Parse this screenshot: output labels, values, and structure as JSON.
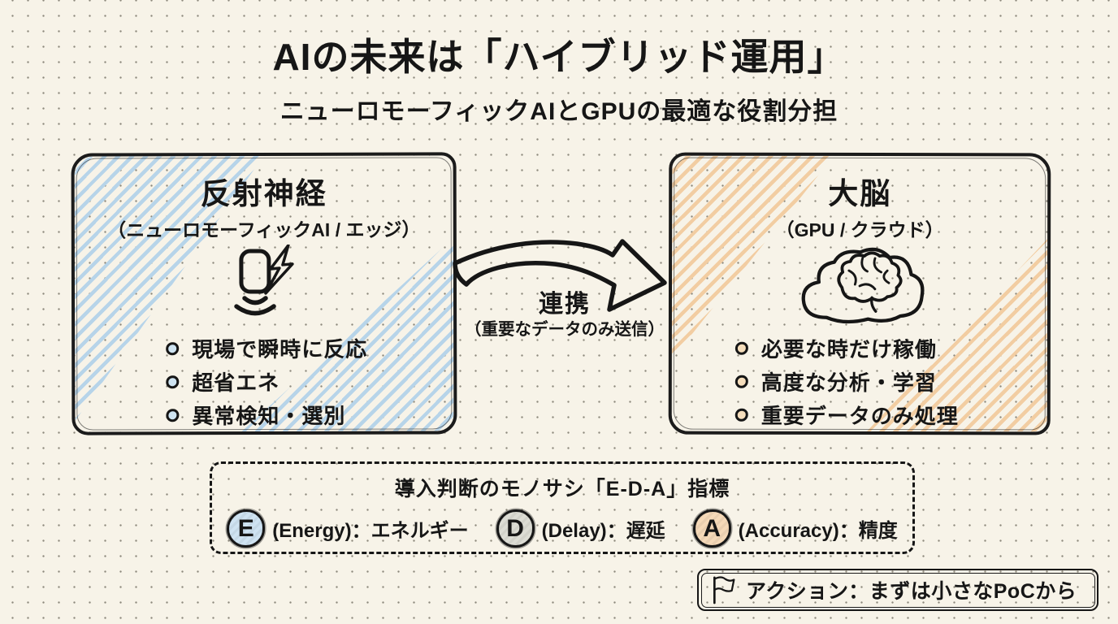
{
  "page": {
    "title": "AIの未来は「ハイブリッド運用」",
    "subtitle": "ニューロモーフィックAIとGPUの最適な役割分担"
  },
  "left_box": {
    "title": "反射神経",
    "subtitle": "（ニューロモーフィックAI / エッジ）",
    "icon": "sensor-lightning-icon",
    "bullets": [
      "現場で瞬時に反応",
      "超省エネ",
      "異常検知・選別"
    ]
  },
  "right_box": {
    "title": "大脳",
    "subtitle": "（GPU / クラウド）",
    "icon": "cloud-brain-icon",
    "bullets": [
      "必要な時だけ稼働",
      "高度な分析・学習",
      "重要データのみ処理"
    ]
  },
  "connector": {
    "label": "連携",
    "sublabel": "（重要なデータのみ送信）"
  },
  "metrics_box": {
    "title": "導入判断のモノサシ「E-D-A」指標",
    "items": [
      {
        "letter": "E",
        "label": "(Energy)：エネルギー",
        "color": "#cfe3f2"
      },
      {
        "letter": "D",
        "label": "(Delay)：遅延",
        "color": "#dcdcd4"
      },
      {
        "letter": "A",
        "label": "(Accuracy)：精度",
        "color": "#f5d9b8"
      }
    ]
  },
  "action_box": {
    "icon": "flag-icon",
    "label": "アクション：まずは小さなPoCから"
  },
  "colors": {
    "background": "#f7f3e8",
    "ink": "#161616",
    "blue_hatch": "#b7d4e9",
    "orange_hatch": "#f2cda2",
    "arrow_fill": "#d8d5cb",
    "bullet_blue": "#cfe4f2",
    "bullet_orange": "#f6debc"
  }
}
